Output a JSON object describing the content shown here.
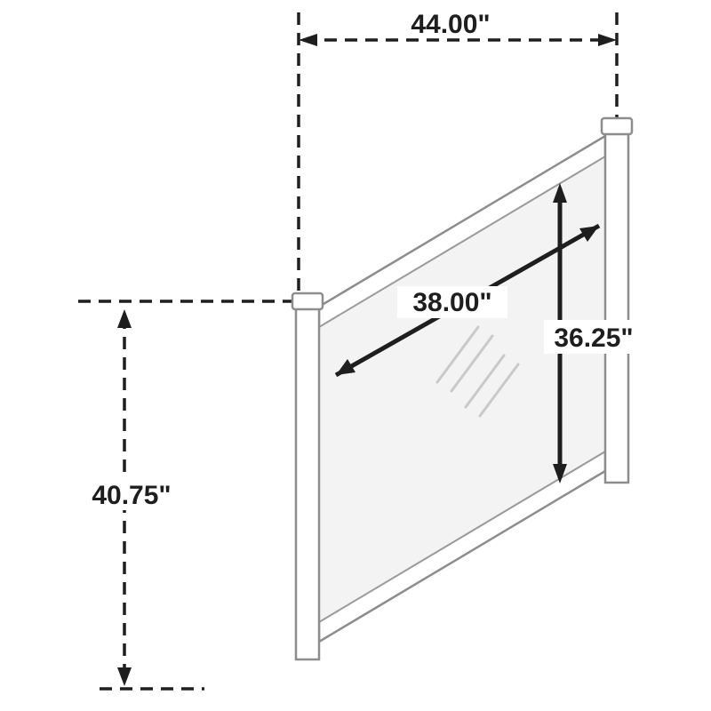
{
  "diagram": {
    "type": "product-dimension-diagram",
    "subject": "mirror"
  },
  "dimensions": {
    "top_width": "44.00\"",
    "left_height": "40.75\"",
    "mirror_width": "38.00\"",
    "mirror_height": "36.25\""
  },
  "colors": {
    "dimension_line": "#1e1e1e",
    "text": "#1e1e1e",
    "frame_stroke": "#8d8d8d",
    "frame_fill": "#ffffff",
    "glass_fill": "#f3f3f3",
    "shine": "#c9c9c9",
    "background": "#ffffff"
  }
}
